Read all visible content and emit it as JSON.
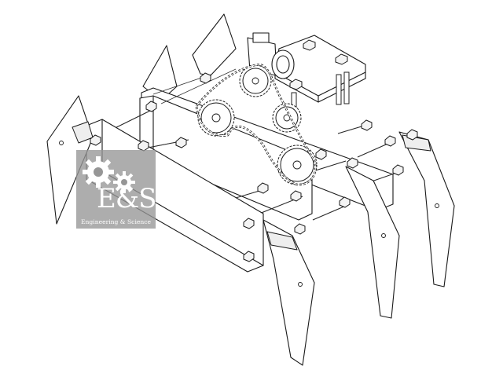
{
  "figure": {
    "subject": "robot-spider-chain-drive-assembly",
    "colors": {
      "line": "#1a1a1a",
      "background": "#ffffff",
      "watermark": "#969696"
    }
  },
  "watermark": {
    "mark": "E&S",
    "caption": "Engineering & Science",
    "icons": [
      "gear-icon",
      "gear-icon"
    ]
  }
}
